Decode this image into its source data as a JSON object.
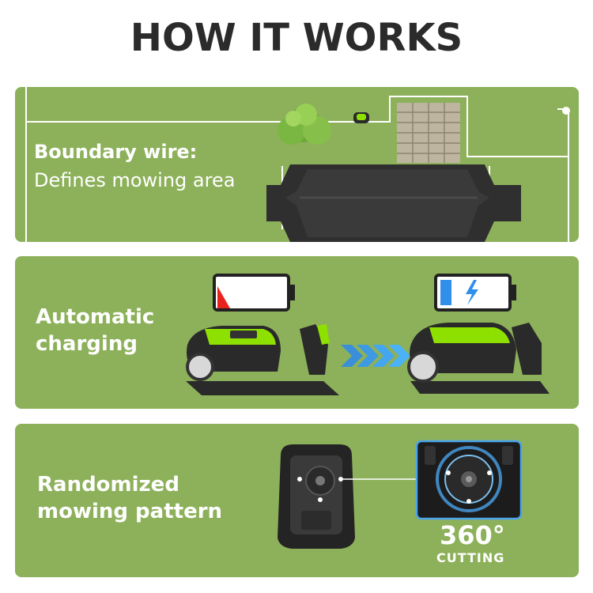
{
  "header": {
    "title": "HOW IT WORKS"
  },
  "colors": {
    "panel_bg": "#8db15a",
    "title_text": "#2b2b2b",
    "boundary_wire": "#ffffff",
    "robot_accent": "#8ee000",
    "battery_low": "#e8231e",
    "battery_full": "#2f8fea"
  },
  "sections": [
    {
      "title": "Boundary wire:",
      "description": "Defines mowing area"
    },
    {
      "title_line1": "Automatic",
      "title_line2": "charging"
    },
    {
      "title_line1": "Randomized",
      "title_line2": "mowing pattern",
      "callout_value": "360°",
      "callout_caption": "CUTTING"
    }
  ],
  "icons": {
    "battery_low": "battery-low-icon",
    "battery_full": "battery-charging-icon",
    "lightning": "lightning-bolt-icon",
    "arrows": "chevron-right-icon"
  }
}
